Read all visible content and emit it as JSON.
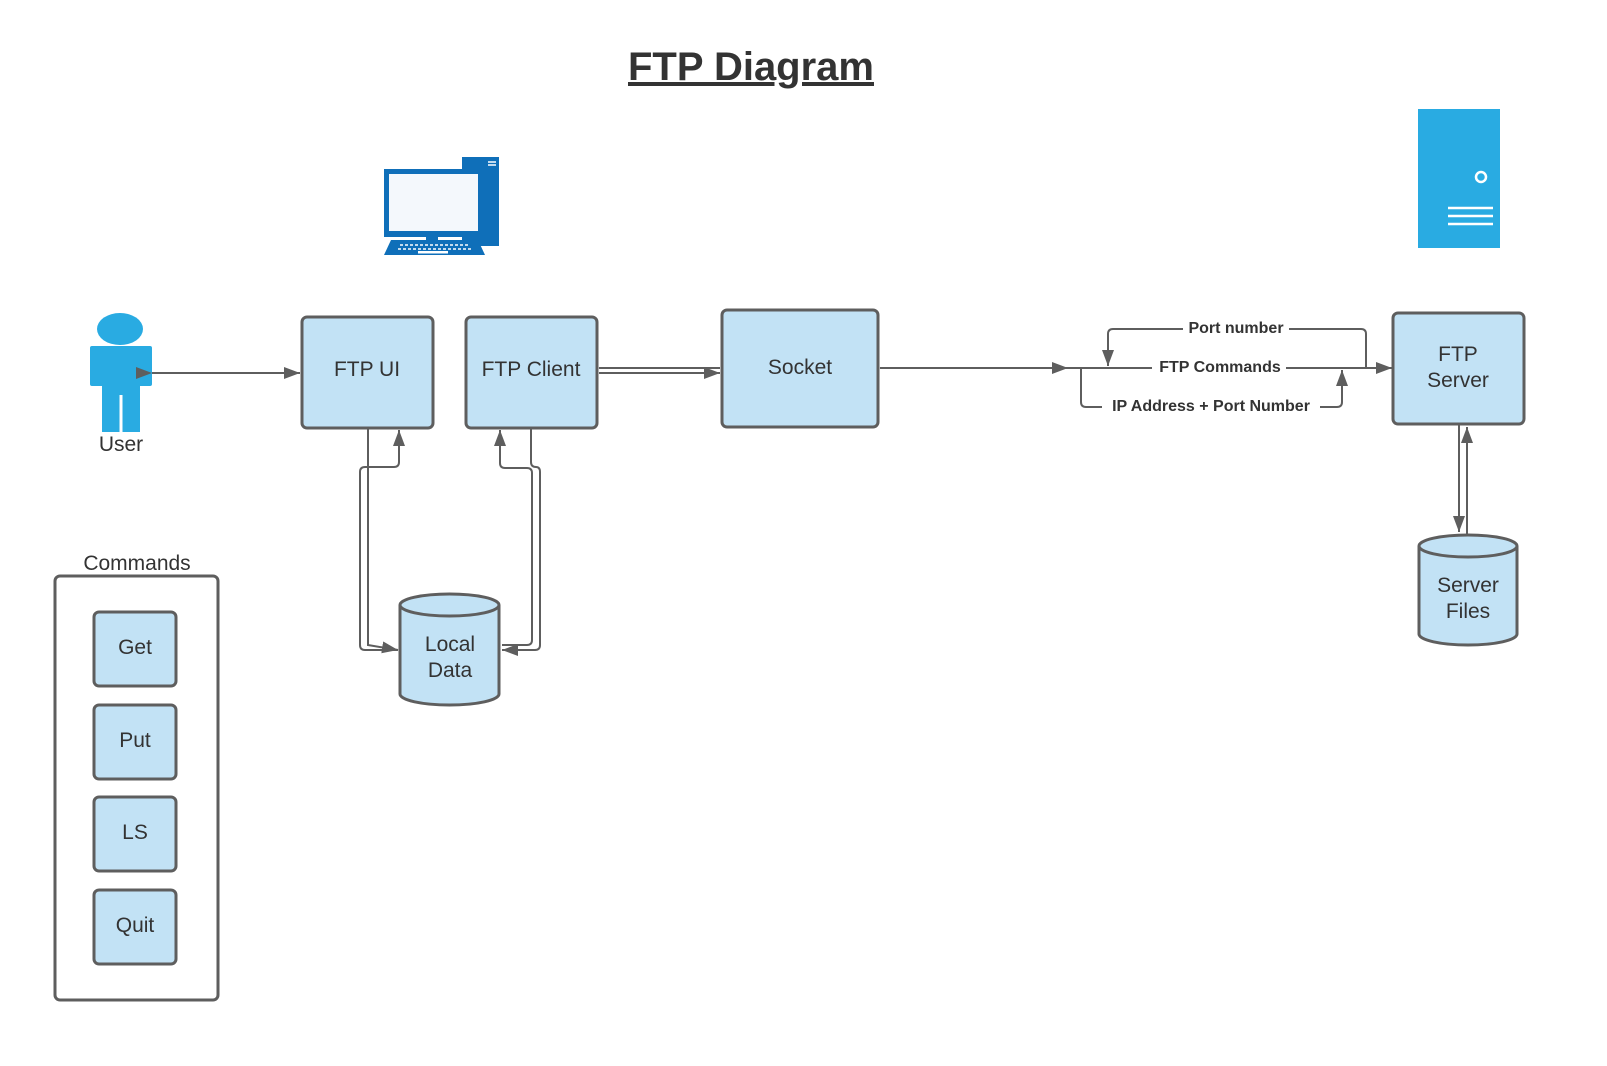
{
  "title": "FTP Diagram",
  "colors": {
    "node_fill": "#c2e2f5",
    "stroke": "#5e5e5e",
    "icon_blue": "#29abe2",
    "icon_dark_blue": "#0f6fb9",
    "text": "#333333"
  },
  "icons": {
    "user": "person-icon",
    "client_computer": "desktop-computer-icon",
    "server": "server-tower-icon"
  },
  "nodes": {
    "user": "User",
    "ftp_ui": "FTP UI",
    "ftp_client": "FTP Client",
    "socket": "Socket",
    "ftp_server_line1": "FTP",
    "ftp_server_line2": "Server",
    "local_data_line1": "Local",
    "local_data_line2": "Data",
    "server_files_line1": "Server",
    "server_files_line2": "Files"
  },
  "edges": {
    "port_number": "Port number",
    "ftp_commands": "FTP Commands",
    "ip_port": "IP Address + Port Number"
  },
  "commands": {
    "heading": "Commands",
    "items": [
      "Get",
      "Put",
      "LS",
      "Quit"
    ]
  }
}
